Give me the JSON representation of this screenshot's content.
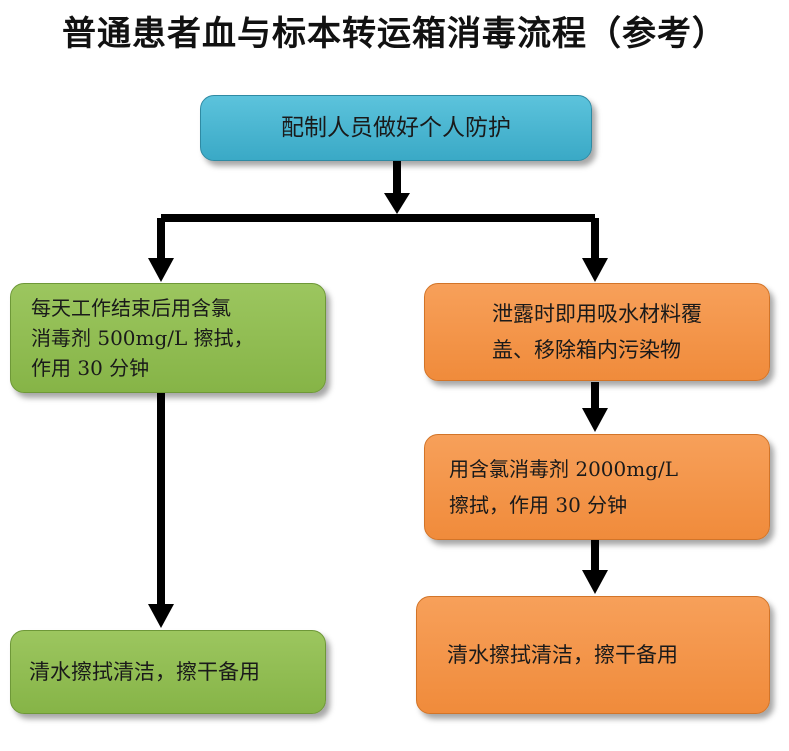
{
  "title": "普通患者血与标本转运箱消毒流程（参考）",
  "colors": {
    "blue": "#4bb6d1",
    "green": "#8fbc4f",
    "orange": "#f39448",
    "arrow": "#000000"
  },
  "nodes": {
    "start": "配制人员做好个人防护",
    "left_disinfect": "每天工作结束后用含氯\n消毒剂 500mg/L 擦拭，\n作用 30 分钟",
    "left_clean": "清水擦拭清洁，擦干备用",
    "right_spill": "泄露时即用吸水材料覆\n盖、移除箱内污染物",
    "right_disinfect": "用含氯消毒剂 2000mg/L\n擦拭，作用 30 分钟",
    "right_clean": "清水擦拭清洁，擦干备用"
  }
}
